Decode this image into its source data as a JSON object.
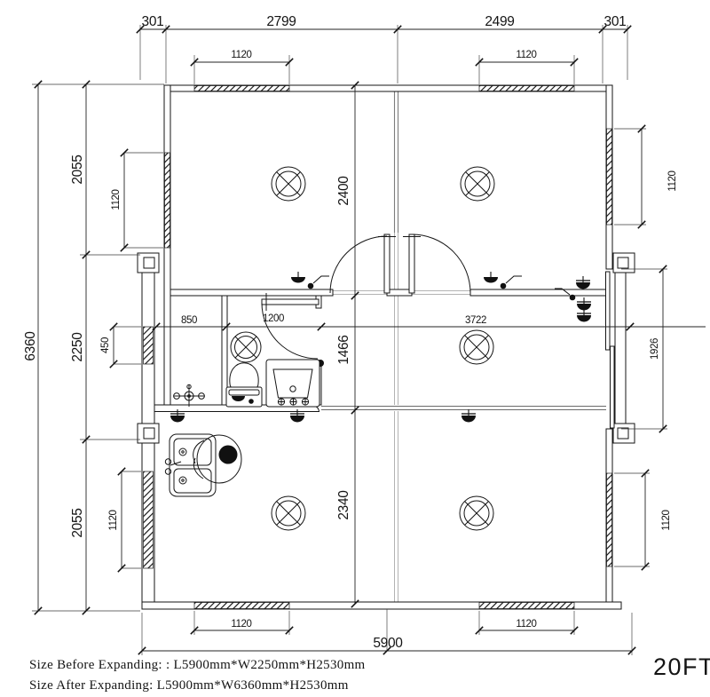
{
  "drawing": {
    "watermark": "20FT",
    "notes": {
      "before_label": "Size Before Expanding: : L5900mm*W2250mm*H2530mm",
      "after_label": "Size After Expanding: L5900mm*W6360mm*H2530mm"
    },
    "dims": {
      "top_offset_left": "301",
      "top_room1": "2799",
      "top_room2": "2499",
      "top_offset_right": "301",
      "top_window_left": "1120",
      "top_window_right": "1120",
      "left_total": "6360",
      "left_module_top": "2055",
      "left_module_mid": "2250",
      "left_module_bottom": "2055",
      "left_window_top": "1120",
      "left_window_mid": "450",
      "left_window_bottom": "1120",
      "depth_top": "2400",
      "depth_mid": "1466",
      "depth_bottom": "2340",
      "kitchen_width": "850",
      "bath_width": "1200",
      "living_width": "3722",
      "right_door_height": "1926",
      "right_window_top": "1120",
      "right_window_bottom": "1120",
      "bottom_window_left": "1120",
      "bottom_window_right": "1120",
      "bottom_total": "5900"
    },
    "colors": {
      "line": "#151515",
      "watermark": "#b9b9b9"
    }
  }
}
